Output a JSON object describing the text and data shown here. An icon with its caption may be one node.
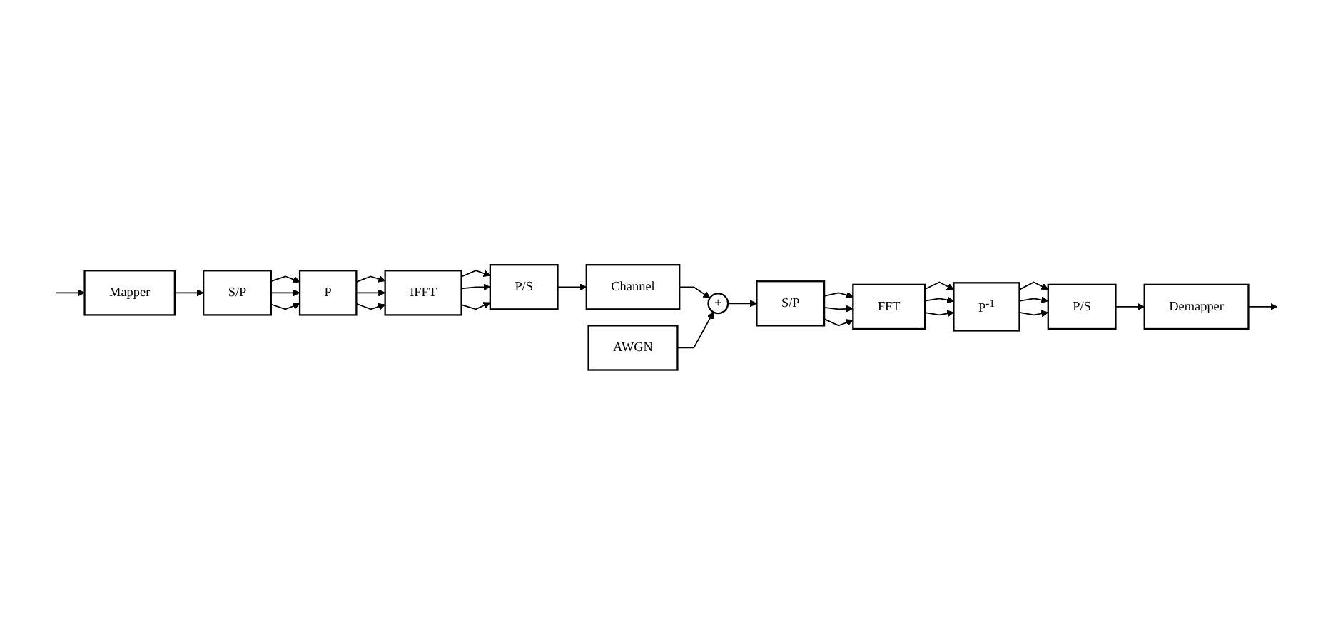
{
  "diagram": {
    "nodes": [
      {
        "text": [
          "Mapper"
        ]
      },
      {
        "text": [
          "S/P"
        ]
      },
      {
        "text": [
          "P"
        ]
      },
      {
        "text": [
          "IFFT"
        ]
      },
      {
        "text": [
          "P/S"
        ]
      },
      {
        "text": [
          "Channel"
        ]
      },
      {
        "text": [
          "AWGN"
        ]
      },
      {
        "text": [
          "+"
        ]
      },
      {
        "text": [
          "S/P"
        ]
      },
      {
        "text": [
          "FFT"
        ]
      },
      {
        "text": [
          "P$^{-1}$"
        ]
      },
      {
        "text": [
          "P/S"
        ]
      },
      {
        "text": [
          "Demapper"
        ]
      }
    ],
    "edges": [
      {
        "from": null,
        "to": 0,
        "arrow": "to"
      },
      {
        "from": 0,
        "to": 1,
        "arrow": "to"
      },
      {
        "from": 1,
        "to": 2,
        "arrow": "to"
      },
      {
        "from": 1,
        "to": 2,
        "arrow": "to"
      },
      {
        "from": 1,
        "to": 2,
        "arrow": "to"
      },
      {
        "from": 2,
        "to": 3,
        "arrow": "to"
      },
      {
        "from": 2,
        "to": 3,
        "arrow": "to"
      },
      {
        "from": 2,
        "to": 3,
        "arrow": "to"
      },
      {
        "from": 3,
        "to": 4,
        "arrow": "to"
      },
      {
        "from": 3,
        "to": 4,
        "arrow": "to"
      },
      {
        "from": 3,
        "to": 4,
        "arrow": "to"
      },
      {
        "from": 4,
        "to": 5,
        "arrow": "to"
      },
      {
        "from": 5,
        "to": 7,
        "arrow": "to"
      },
      {
        "from": 6,
        "to": 7,
        "arrow": "to"
      },
      {
        "from": 7,
        "to": 8,
        "arrow": "to"
      },
      {
        "from": 8,
        "to": 9,
        "arrow": "to"
      },
      {
        "from": 8,
        "to": 9,
        "arrow": "to"
      },
      {
        "from": 8,
        "to": 9,
        "arrow": "to"
      },
      {
        "from": 9,
        "to": 10,
        "arrow": "to"
      },
      {
        "from": 9,
        "to": 10,
        "arrow": "to"
      },
      {
        "from": 9,
        "to": 10,
        "arrow": "to"
      },
      {
        "from": 10,
        "to": 11,
        "arrow": "to"
      },
      {
        "from": 10,
        "to": 11,
        "arrow": "to"
      },
      {
        "from": 10,
        "to": 11,
        "arrow": "to"
      },
      {
        "from": 11,
        "to": 12,
        "arrow": "to"
      },
      {
        "from": 12,
        "to": null,
        "arrow": "to"
      }
    ]
  }
}
